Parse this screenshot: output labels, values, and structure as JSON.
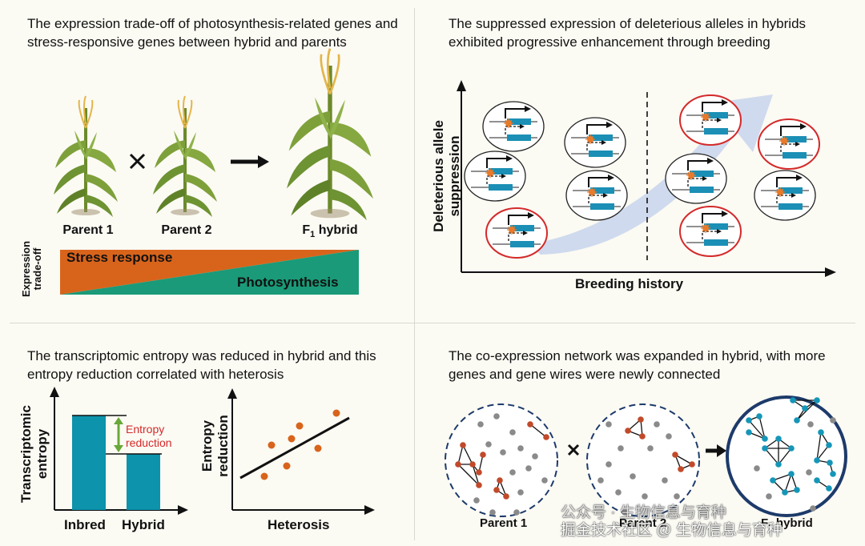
{
  "panel1": {
    "title": "The expression trade-off of photosynthesis-related genes and stress-responsive genes between hybrid and parents",
    "parent1": "Parent 1",
    "parent2": "Parent 2",
    "hybrid": "F",
    "hybrid_sub": "1",
    "hybrid_rest": " hybrid",
    "ylabel_line1": "Expression",
    "ylabel_line2": "trade-off",
    "stress": "Stress response",
    "photo": "Photosynthesis",
    "stress_color": "#d8641b",
    "photo_color": "#1a9a78"
  },
  "panel2": {
    "title": "The suppressed expression of deleterious alleles in hybrids exhibited progressive enhancement through breeding",
    "ylabel_line1": "Deleterious allele",
    "ylabel_line2": "suppression",
    "xlabel": "Breeding history"
  },
  "panel3": {
    "title": "The transcriptomic entropy was reduced in hybrid and this entropy reduction correlated with heterosis",
    "bar_ylabel_line1": "Transcriptomic",
    "bar_ylabel_line2": "entropy",
    "entropy_label_line1": "Entropy",
    "entropy_label_line2": "reduction",
    "cat_inbred": "Inbred",
    "cat_hybrid": "Hybrid",
    "scatter_ylabel_line1": "Entropy",
    "scatter_ylabel_line2": "reduction",
    "scatter_xlabel": "Heterosis",
    "bar_color": "#0d93ab",
    "point_color": "#d8641b"
  },
  "panel4": {
    "title": "The co-expression network was expanded in hybrid, with more genes and gene wires were newly connected",
    "parent1": "Parent 1",
    "parent2": "Parent 2",
    "hybrid": "F",
    "hybrid_sub": "1",
    "hybrid_rest": " hybrid"
  },
  "watermark": {
    "line1": "公众号 · 生物信息与育种",
    "line2": "掘金技术社区 @ 生物信息与育种"
  }
}
